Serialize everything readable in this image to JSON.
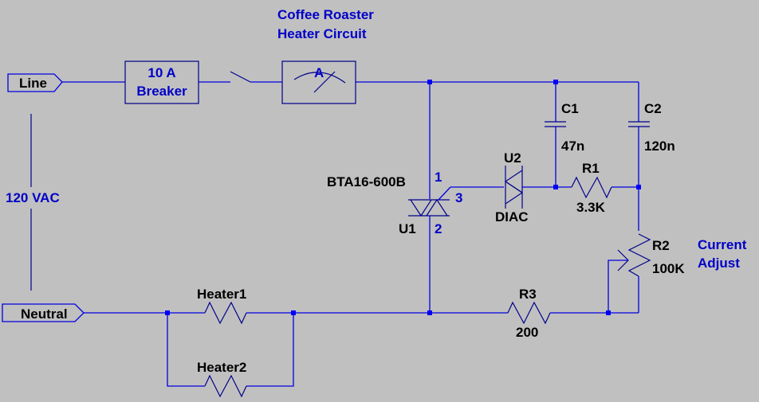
{
  "title": [
    "Coffee Roaster",
    "Heater Circuit"
  ],
  "net_labels": {
    "line": "Line",
    "neutral": "Neutral"
  },
  "source_label": "120 VAC",
  "breaker": [
    "10 A",
    "Breaker"
  ],
  "ammeter_symbol": "A",
  "triac": {
    "ref": "U1",
    "part": "BTA16-600B",
    "pins": [
      "1",
      "2",
      "3"
    ]
  },
  "diac": {
    "ref": "U2",
    "part": "DIAC"
  },
  "c1": {
    "ref": "C1",
    "value": "47n"
  },
  "c2": {
    "ref": "C2",
    "value": "120n"
  },
  "r1": {
    "ref": "R1",
    "value": "3.3K"
  },
  "r2": {
    "ref": "R2",
    "value": "100K",
    "note": [
      "Current",
      "Adjust"
    ]
  },
  "r3": {
    "ref": "R3",
    "value": "200"
  },
  "heaters": [
    "Heater1",
    "Heater2"
  ]
}
